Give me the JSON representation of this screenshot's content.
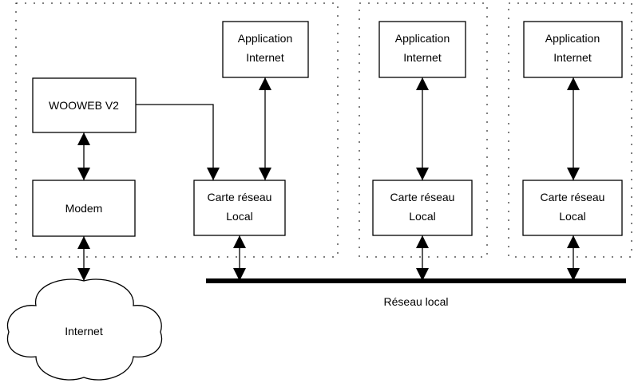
{
  "nodes": {
    "wooweb": "WOOWEB V2",
    "modem": "Modem",
    "internet": "Internet",
    "app1": [
      "Application",
      "Internet"
    ],
    "app2": [
      "Application",
      "Internet"
    ],
    "app3": [
      "Application",
      "Internet"
    ],
    "card1": [
      "Carte réseau",
      "Local"
    ],
    "card2": [
      "Carte réseau",
      "Local"
    ],
    "card3": [
      "Carte réseau",
      "Local"
    ]
  },
  "bus_label": "Réseau local"
}
